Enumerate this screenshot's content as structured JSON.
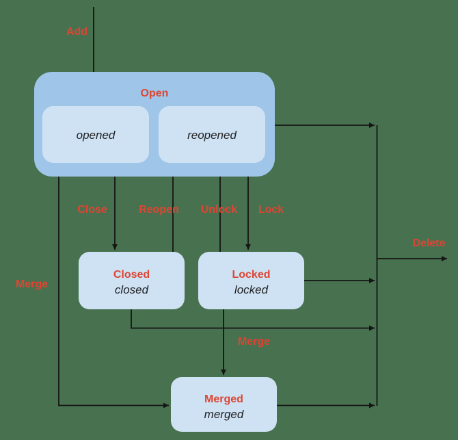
{
  "diagram": {
    "kind": "state-diagram",
    "colors": {
      "background": "#48714F",
      "group_fill": "#9FC5E8",
      "state_fill": "#CFE2F3",
      "label_red": "#DE4533",
      "state_text": "#202124",
      "line": "#151515"
    }
  },
  "open_group": {
    "label": "Open",
    "substates": [
      {
        "name": "opened"
      },
      {
        "name": "reopened"
      }
    ]
  },
  "states": {
    "closed": {
      "title": "Closed",
      "subtitle": "closed"
    },
    "locked": {
      "title": "Locked",
      "subtitle": "locked"
    },
    "merged": {
      "title": "Merged",
      "subtitle": "merged"
    }
  },
  "transitions": {
    "add": "Add",
    "close": "Close",
    "reopen": "Reopen",
    "unlock": "Unlock",
    "lock": "Lock",
    "merge_left": "Merge",
    "merge_bottom": "Merge",
    "delete": "Delete"
  }
}
